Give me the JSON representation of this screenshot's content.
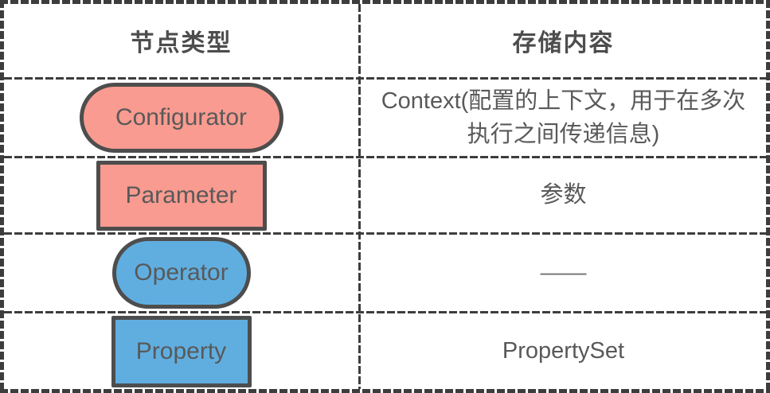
{
  "table": {
    "headers": {
      "node_type": "节点类型",
      "storage_content": "存储内容"
    },
    "rows": [
      {
        "node": {
          "label": "Configurator",
          "shape": "stadium",
          "fill": "#f99b90"
        },
        "content": "Context(配置的上下文，用于在多次执行之间传递信息)"
      },
      {
        "node": {
          "label": "Parameter",
          "shape": "rectangle",
          "fill": "#f99b90"
        },
        "content": "参数"
      },
      {
        "node": {
          "label": "Operator",
          "shape": "stadium",
          "fill": "#60aee0"
        },
        "content": "——"
      },
      {
        "node": {
          "label": "Property",
          "shape": "rectangle",
          "fill": "#60aee0"
        },
        "content": "PropertySet"
      }
    ],
    "colors": {
      "salmon_fill": "#f99b90",
      "blue_fill": "#60aee0",
      "shape_border": "#4d4d4d",
      "grid_line": "#3d3d3d",
      "text": "#595959",
      "background": "#ffffff"
    }
  }
}
